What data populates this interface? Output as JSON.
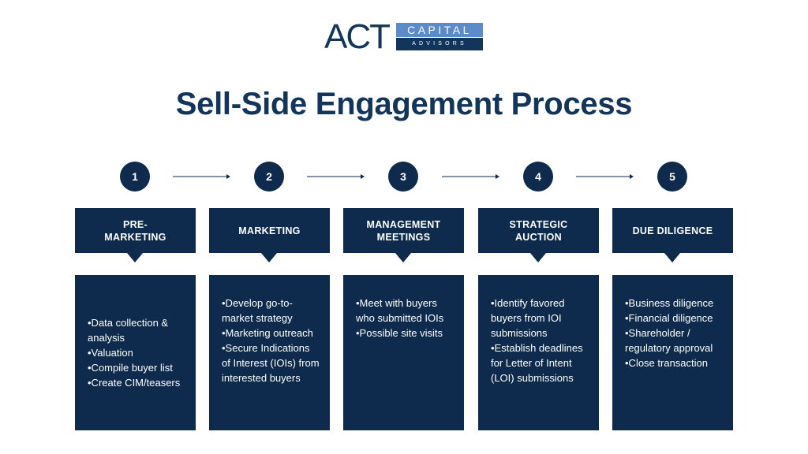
{
  "logo": {
    "act": "ACT",
    "capital": "CAPITAL",
    "advisors": "ADVISORS"
  },
  "title": "Sell-Side Engagement Process",
  "colors": {
    "navy": "#0e2b4d",
    "logo_blue": "#5b8cc9",
    "title": "#12355b"
  },
  "steps": [
    {
      "number": "1",
      "header": "PRE-MARKETING",
      "bullets": [
        "•Data collection & analysis",
        "•Valuation",
        "•Compile buyer list",
        "•Create CIM/teasers"
      ]
    },
    {
      "number": "2",
      "header": "MARKETING",
      "bullets": [
        "•Develop go-to-market strategy",
        "•Marketing outreach",
        "•Secure Indications of Interest (IOIs) from interested buyers"
      ]
    },
    {
      "number": "3",
      "header": "MANAGEMENT MEETINGS",
      "bullets": [
        "•Meet with buyers who submitted IOIs",
        "•Possible site visits"
      ]
    },
    {
      "number": "4",
      "header": "STRATEGIC AUCTION",
      "bullets": [
        "•Identify favored buyers from IOI submissions",
        "•Establish deadlines for Letter of Intent (LOI) submissions"
      ]
    },
    {
      "number": "5",
      "header": "DUE DILIGENCE",
      "bullets": [
        "•Business diligence",
        "•Financial diligence",
        "•Shareholder / regulatory approval",
        "•Close transaction"
      ]
    }
  ]
}
